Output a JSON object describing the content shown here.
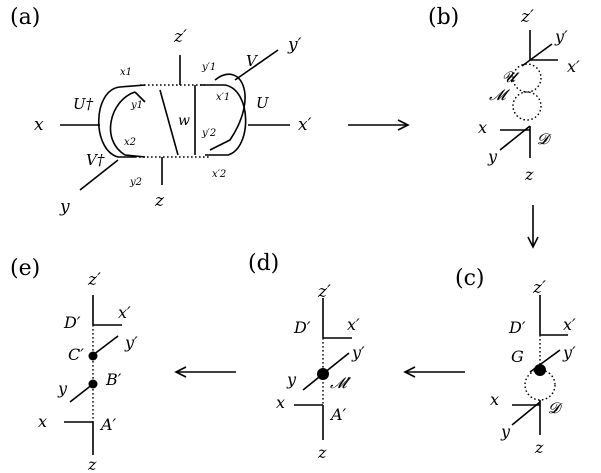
{
  "panels": {
    "a": {
      "label": "(a)",
      "ext": {
        "x": "x",
        "y": "y",
        "z": "z",
        "xp": "x′",
        "yp": "y′",
        "zp": "z′"
      },
      "ops": {
        "U": "U",
        "Udag": "U†",
        "V": "V",
        "Vdag": "V†"
      },
      "internal": {
        "x1": "x1",
        "x2": "x2",
        "y1": "y1",
        "y2": "y2",
        "w": "w",
        "x1p": "x′1",
        "x2p": "x′2",
        "y1p": "y′1",
        "y2p": "y′2"
      }
    },
    "b": {
      "label": "(b)",
      "zp": "z′",
      "yp": "y′",
      "xp": "x′",
      "U": "𝓤",
      "M": "𝓜",
      "x": "x",
      "D": "𝓓",
      "y": "y",
      "z": "z"
    },
    "c": {
      "label": "(c)",
      "zp": "z′",
      "Dp": "D′",
      "xp": "x′",
      "G": "G",
      "yp": "y′",
      "x": "x",
      "D": "𝓓",
      "y": "y",
      "z": "z"
    },
    "d": {
      "label": "(d)",
      "zp": "z′",
      "Dp": "D′",
      "xp": "x′",
      "yp": "y′",
      "y": "y",
      "Mp": "𝓜′",
      "x": "x",
      "Ap": "A′",
      "z": "z"
    },
    "e": {
      "label": "(e)",
      "zp": "z′",
      "Dp": "D′",
      "xp": "x′",
      "Cp": "C′",
      "yp": "y′",
      "y": "y",
      "Bp": "B′",
      "x": "x",
      "Ap": "A′",
      "z": "z"
    }
  }
}
